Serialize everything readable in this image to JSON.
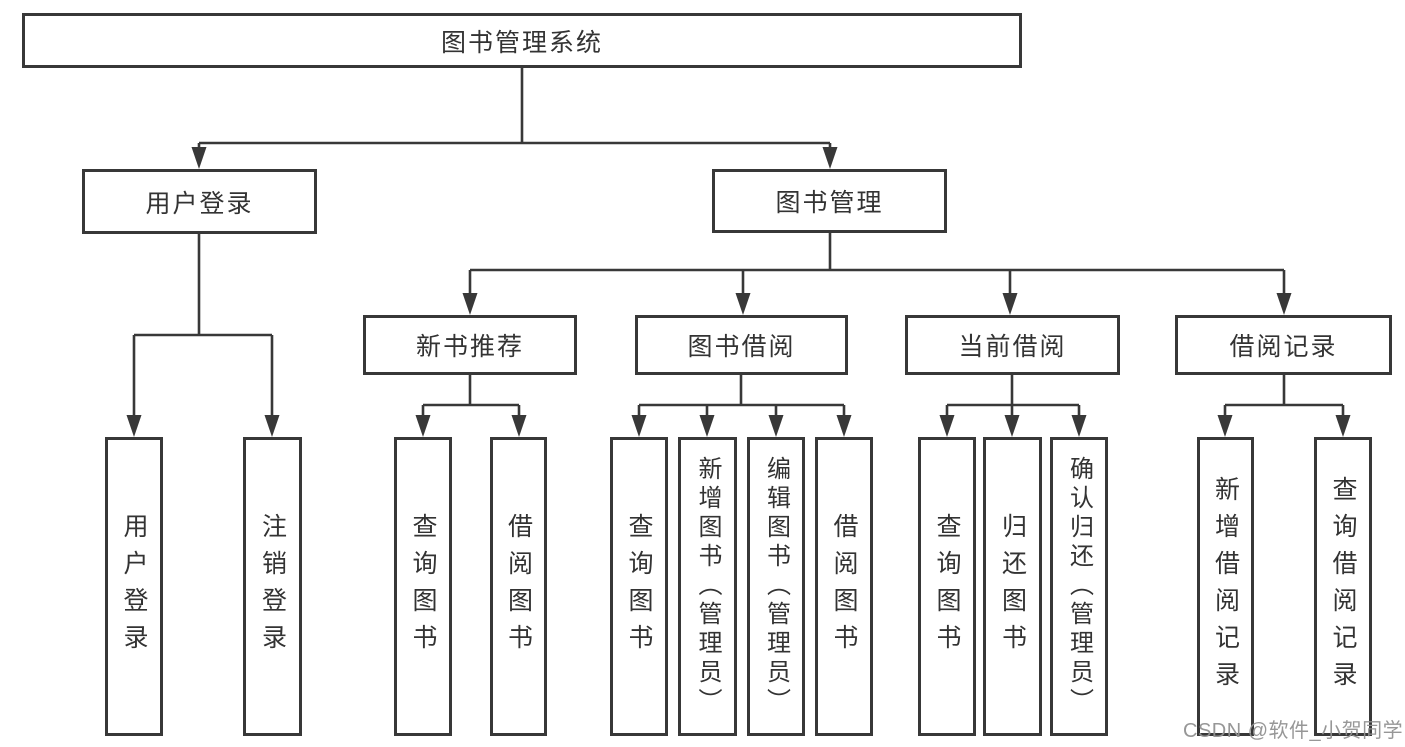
{
  "tree": {
    "label": "图书管理系统",
    "children": [
      {
        "label": "用户登录",
        "children": [
          {
            "label": "用户登录"
          },
          {
            "label": "注销登录"
          }
        ]
      },
      {
        "label": "图书管理",
        "children": [
          {
            "label": "新书推荐",
            "children": [
              {
                "label": "查询图书"
              },
              {
                "label": "借阅图书"
              }
            ]
          },
          {
            "label": "图书借阅",
            "children": [
              {
                "label": "查询图书"
              },
              {
                "label": "新增图书（管理员）"
              },
              {
                "label": "编辑图书（管理员）"
              },
              {
                "label": "借阅图书"
              }
            ]
          },
          {
            "label": "当前借阅",
            "children": [
              {
                "label": "查询图书"
              },
              {
                "label": "归还图书"
              },
              {
                "label": "确认归还（管理员）"
              }
            ]
          },
          {
            "label": "借阅记录",
            "children": [
              {
                "label": "新增借阅记录"
              },
              {
                "label": "查询借阅记录"
              }
            ]
          }
        ]
      }
    ]
  },
  "watermark": {
    "text": "CSDN @软件_小贺同学"
  },
  "colors": {
    "line": "#383838",
    "node_border": "#383838",
    "node_text": "#333333",
    "background": "#ffffff",
    "watermark": "#919191"
  }
}
